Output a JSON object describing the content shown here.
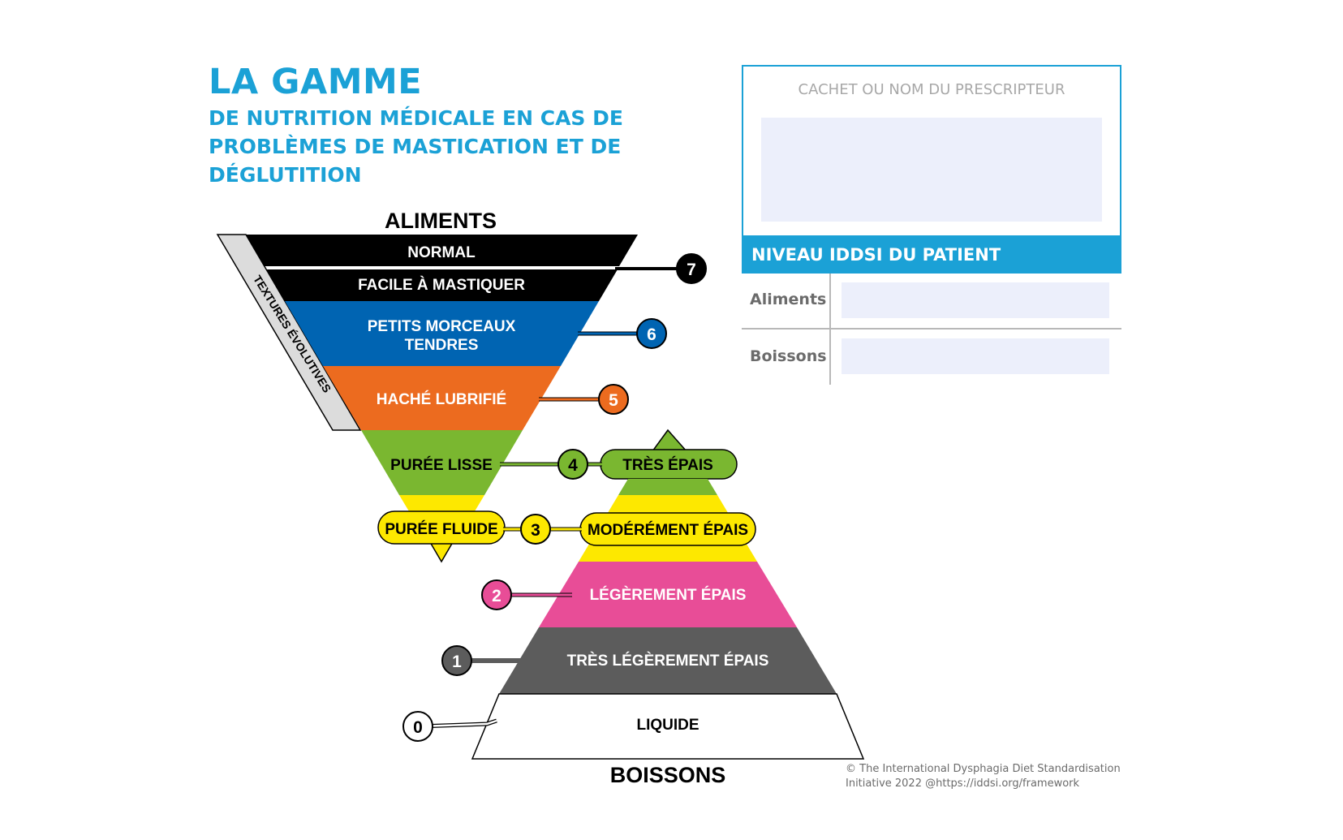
{
  "header": {
    "title": "LA GAMME",
    "subtitle": "DE NUTRITION MÉDICALE EN CAS DE PROBLÈMES DE MASTICATION ET DE DÉGLUTITION"
  },
  "prescriber": {
    "label": "CACHET OU NOM DU PRESCRIPTEUR",
    "value": ""
  },
  "patient": {
    "header": "NIVEAU IDDSI DU PATIENT",
    "rows": [
      {
        "label": "Aliments",
        "value": ""
      },
      {
        "label": "Boissons",
        "value": ""
      }
    ]
  },
  "diagram": {
    "foods_title": "ALIMENTS",
    "drinks_title": "BOISSONS",
    "transitional_label": "TEXTURES ÉVOLUTIVES",
    "levels": {
      "n0": "0",
      "n1": "1",
      "n2": "2",
      "n3": "3",
      "n4": "4",
      "n5": "5",
      "n6": "6",
      "n7": "7"
    },
    "foods": {
      "normal": "NORMAL",
      "easy": "FACILE À MASTIQUER",
      "soft1": "PETITS MORCEAUX",
      "soft2": "TENDRES",
      "minced": "HACHÉ LUBRIFIÉ",
      "pureed": "PURÉE LISSE",
      "liquidised": "PURÉE FLUIDE"
    },
    "drinks": {
      "extremely": "TRÈS ÉPAIS",
      "moderately": "MODÉRÉMENT ÉPAIS",
      "mildly": "LÉGÈREMENT ÉPAIS",
      "slightly": "TRÈS LÉGÈREMENT ÉPAIS",
      "thin": "LIQUIDE"
    },
    "colors": {
      "level7": "#000000",
      "level6": "#0064b2",
      "level5": "#ec6b1f",
      "level4": "#7ab730",
      "level3": "#fde800",
      "level2": "#e84d97",
      "level1": "#5c5c5c",
      "level0": "#ffffff",
      "accent": "#1ba1d6"
    }
  },
  "copyright": "© The International Dysphagia Diet Standardisation Initiative 2022 @https://iddsi.org/framework"
}
